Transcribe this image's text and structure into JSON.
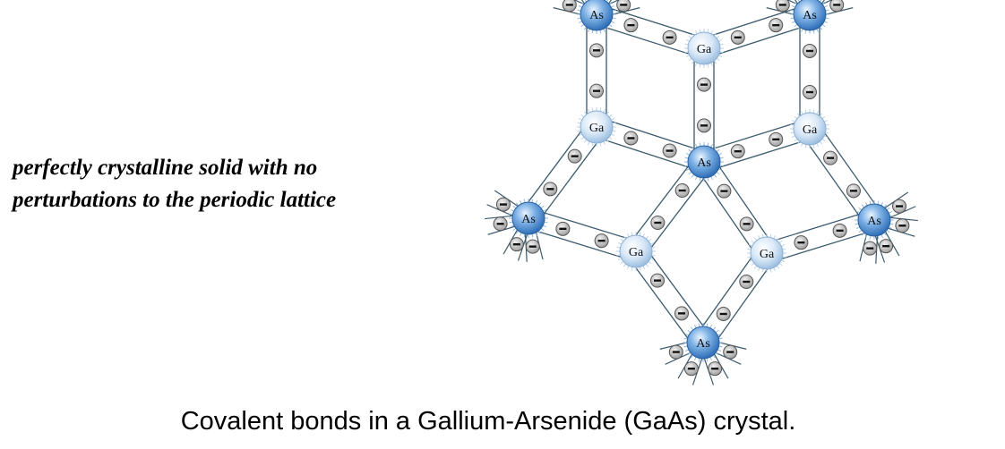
{
  "side_note": {
    "line1": "perfectly crystalline solid with no",
    "line2": "perturbations to the periodic lattice"
  },
  "caption": "Covalent bonds in a Gallium-Arsenide (GaAs) crystal.",
  "atom_labels": {
    "arsenic": "As",
    "gallium": "Ga"
  },
  "electron_symbol": "−",
  "colors": {
    "arsenic_core": "#3f86d0",
    "gallium_core": "#cfe3f5",
    "bond_line": "#3b5b6e",
    "electron_fill": "#bdbdbd"
  }
}
